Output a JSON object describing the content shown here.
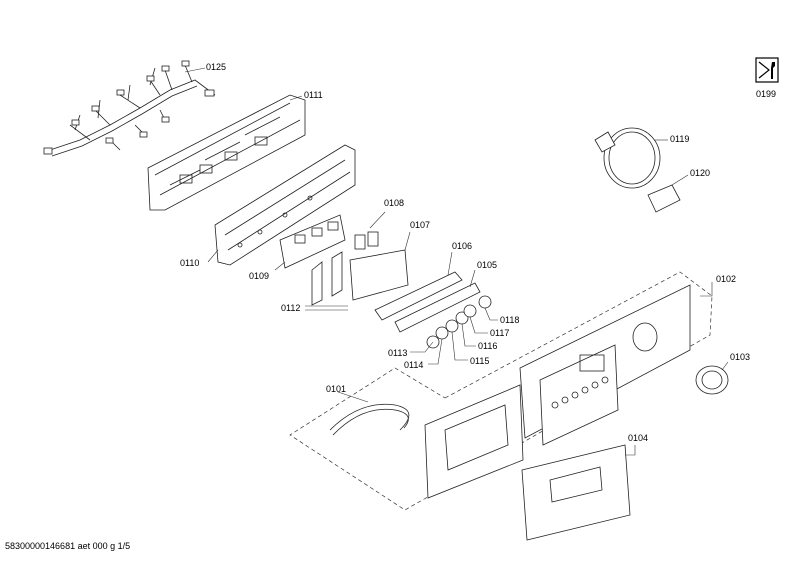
{
  "labels": {
    "p0125": "0125",
    "p0111": "0111",
    "p0110": "0110",
    "p0109": "0109",
    "p0108": "0108",
    "p0107": "0107",
    "p0106": "0106",
    "p0105": "0105",
    "p0112": "0112",
    "p0118": "0118",
    "p0117": "0117",
    "p0116": "0116",
    "p0115": "0115",
    "p0114": "0114",
    "p0113": "0113",
    "p0119": "0119",
    "p0120": "0120",
    "p0102": "0102",
    "p0103": "0103",
    "p0101": "0101",
    "p0104": "0104",
    "p0199": "0199"
  },
  "footer": {
    "doc_id": "58300000146681 aet 000 g 1/5"
  },
  "icons": {
    "tool_icon": "wrench-screwdriver-icon"
  }
}
